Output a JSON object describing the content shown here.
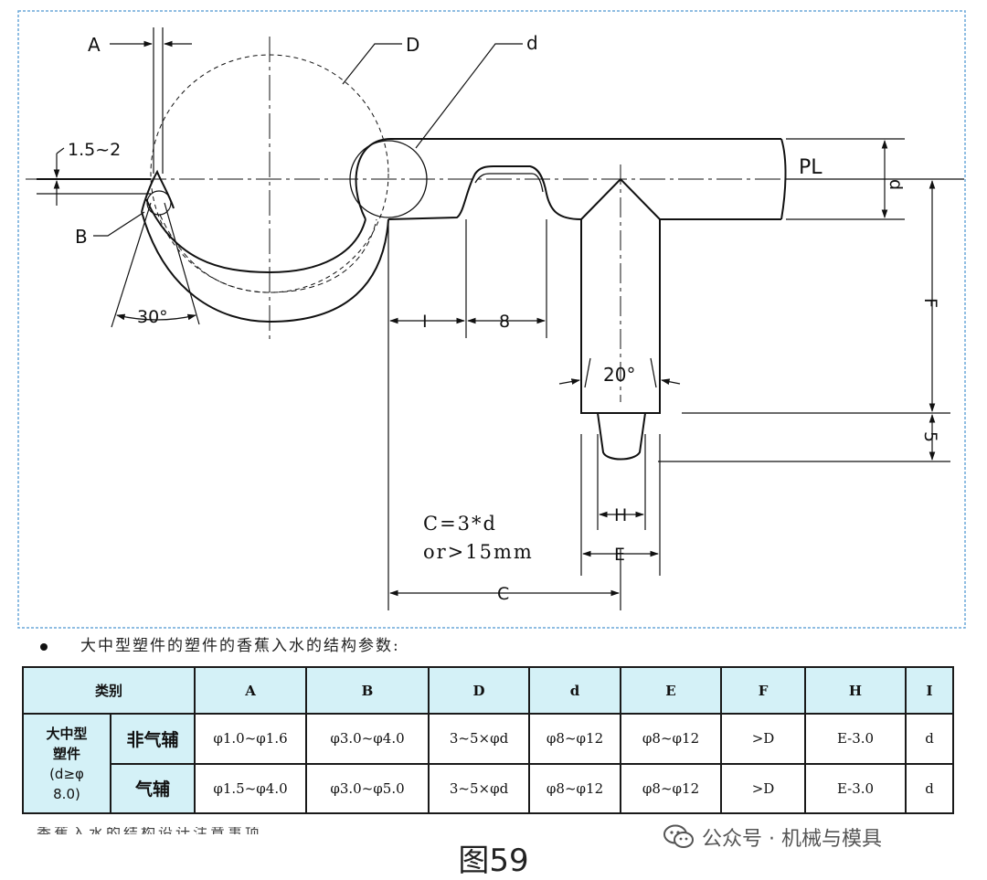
{
  "diagram": {
    "labels": {
      "A": "A",
      "D": "D",
      "d_top": "d",
      "pl": "PL",
      "d_right": "d",
      "gap": "1.5~2",
      "B": "B",
      "angle30": "30°",
      "I": "I",
      "eight": "8",
      "F": "F",
      "angle20": "20°",
      "five": "5",
      "H": "H",
      "E": "E",
      "C": "C",
      "formula_line1": "C=3*d",
      "formula_line2": "or>15mm"
    }
  },
  "caption": "大中型塑件的塑件的香蕉入水的结构参数:",
  "table": {
    "headers": [
      "类别",
      "A",
      "B",
      "D",
      "d",
      "E",
      "F",
      "H",
      "I"
    ],
    "category": [
      "大中型",
      "塑件",
      "(d≥φ",
      "8.0)"
    ],
    "rows": [
      {
        "type": "非气辅",
        "cells": [
          "φ1.0~φ1.6",
          "φ3.0~φ4.0",
          "3~5×φd",
          "φ8~φ12",
          "φ8~φ12",
          ">D",
          "E-3.0",
          "d"
        ]
      },
      {
        "type": "气辅",
        "cells": [
          "φ1.5~φ4.0",
          "φ3.0~φ5.0",
          "3~5×φd",
          "φ8~φ12",
          "φ8~φ12",
          ">D",
          "E-3.0",
          "d"
        ]
      }
    ]
  },
  "cut_text": "香蕉入水的结构设计注意事项",
  "figure_title": "图59",
  "watermark": "公众号 · 机械与模具",
  "colors": {
    "table_header_bg": "#d4f1f7",
    "frame": "#6aa7d8"
  }
}
